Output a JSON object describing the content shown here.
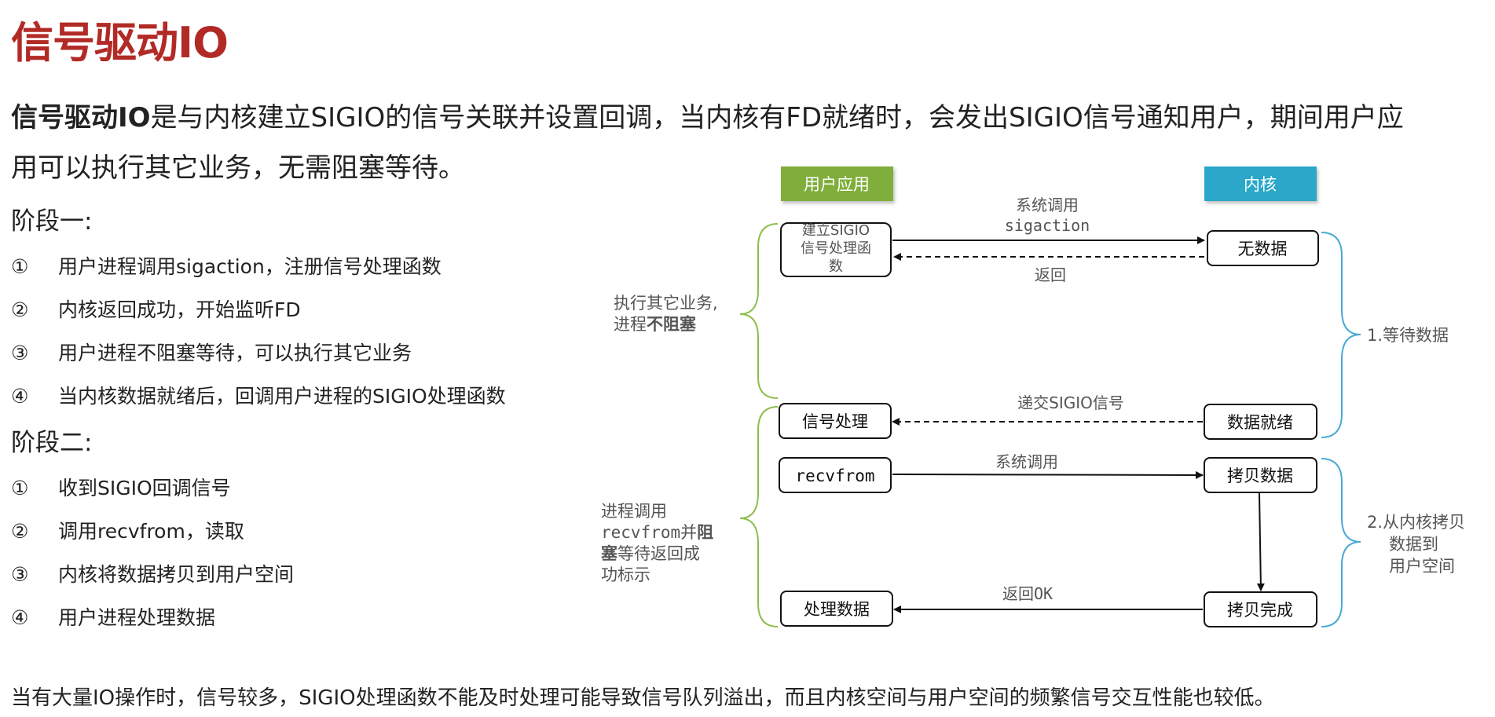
{
  "title": "信号驱动IO",
  "intro": {
    "bold": "信号驱动IO",
    "line1_rest": "是与内核建立SIGIO的信号关联并设置回调，当内核有FD就绪时，会发出SIGIO信号通知用户，期间用户应",
    "line2": "用可以执行其它业务，无需阻塞等待。"
  },
  "stage1": {
    "title": "阶段一:",
    "steps": [
      {
        "num": "①",
        "text": "用户进程调用sigaction，注册信号处理函数"
      },
      {
        "num": "②",
        "text": "内核返回成功，开始监听FD"
      },
      {
        "num": "③",
        "text": "用户进程不阻塞等待，可以执行其它业务"
      },
      {
        "num": "④",
        "text": "当内核数据就绪后，回调用户进程的SIGIO处理函数"
      }
    ]
  },
  "stage2": {
    "title": "阶段二:",
    "steps": [
      {
        "num": "①",
        "text": "收到SIGIO回调信号"
      },
      {
        "num": "②",
        "text": "调用recvfrom，读取"
      },
      {
        "num": "③",
        "text": "内核将数据拷贝到用户空间"
      },
      {
        "num": "④",
        "text": "用户进程处理数据"
      }
    ]
  },
  "footer": "当有大量IO操作时，信号较多，SIGIO处理函数不能及时处理可能导致信号队列溢出，而且内核空间与用户空间的频繁信号交互性能也较低。",
  "diagram": {
    "user_header": "用户应用",
    "kernel_header": "内核",
    "user_boxes": {
      "setup_line1": "建立SIGIO",
      "setup_line2": "信号处理函",
      "setup_line3": "数",
      "signal_handle": "信号处理",
      "recvfrom": "recvfrom",
      "process_data": "处理数据"
    },
    "kernel_boxes": {
      "no_data": "无数据",
      "data_ready": "数据就绪",
      "copy_data": "拷贝数据",
      "copy_done": "拷贝完成"
    },
    "arrows": {
      "syscall_sigaction_line1": "系统调用",
      "syscall_sigaction_line2": "sigaction",
      "return": "返回",
      "deliver_signal": "递交SIGIO信号",
      "syscall": "系统调用",
      "return_ok": "返回OK"
    },
    "left_notes": {
      "nonblock_line1": "执行其它业务,",
      "nonblock_line2_prefix": "进程",
      "nonblock_line2_bold": "不阻塞",
      "block_line1": "进程调用",
      "block_line2_prefix": "recvfrom并",
      "block_line2_bold": "阻",
      "block_line3_bold": "塞",
      "block_line3_rest": "等待返回成",
      "block_line4": "功标示"
    },
    "right_notes": {
      "wait_data": "1.等待数据",
      "copy_line1": "2.从内核拷贝",
      "copy_line2": "数据到",
      "copy_line3": "用户空间"
    },
    "colors": {
      "user_header": "#7fae3a",
      "kernel_header": "#2ca7c9",
      "green_brace": "#8cbf4c",
      "blue_brace": "#4aa9d4",
      "title": "#b22a26"
    }
  }
}
